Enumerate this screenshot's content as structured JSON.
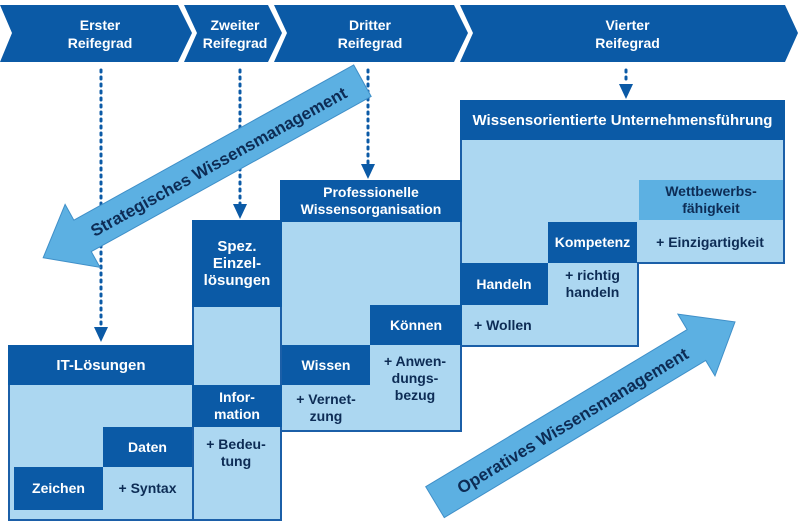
{
  "colors": {
    "dark": "#0b5aa6",
    "light": "#acd7f1",
    "medium": "#5cb0e2"
  },
  "stages": [
    {
      "label": "Erster\nReifegrad"
    },
    {
      "label": "Zweiter\nReifegrad"
    },
    {
      "label": "Dritter\nReifegrad"
    },
    {
      "label": "Vierter\nReifegrad"
    }
  ],
  "levels": {
    "it": "IT-Lösungen",
    "spez": "Spez.\nEinzel-\nlösungen",
    "prof": "Professionelle\nWissensorganisation",
    "wiss": "Wissensorientierte Unternehmensführung"
  },
  "steps": {
    "zeichen": "Zeichen",
    "syntax": "+ Syntax",
    "daten": "Daten",
    "bedeutung": "+ Bedeu-\ntung",
    "information": "Infor-\nmation",
    "vernetzung": "+ Vernet-\nzung",
    "wissen": "Wissen",
    "anwendungsbezug": "+ Anwen-\ndungs-\nbezug",
    "koennen": "Können",
    "wollen": "+ Wollen",
    "handeln": "Handeln",
    "richtig_handeln": "+ richtig\nhandeln",
    "kompetenz": "Kompetenz",
    "einzigartigkeit": "+ Einzigartigkeit",
    "wettbewerb": "Wettbewerbs-\nfähigkeit"
  },
  "arrows": {
    "strategic": "Strategisches Wissensmanagement",
    "operative": "Operatives Wissensmanagement"
  }
}
